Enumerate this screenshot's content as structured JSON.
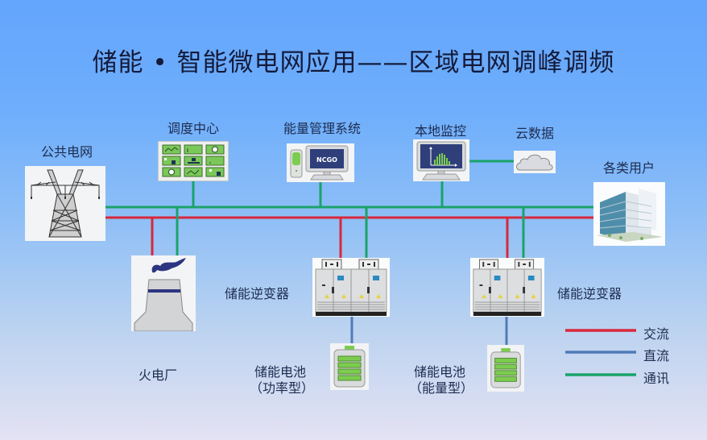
{
  "title": "储能 • 智能微电网应用——区域电网调峰调频",
  "nodes": {
    "public_grid": {
      "label": "公共电网",
      "icon": "transmission-tower-icon"
    },
    "dispatch_center": {
      "label": "调度中心",
      "icon": "dashboard-panel-icon"
    },
    "ems": {
      "label": "能量管理系统",
      "icon": "computer-icon",
      "screen_text": "NCGO"
    },
    "local_monitor": {
      "label": "本地监控",
      "icon": "monitor-chart-icon"
    },
    "cloud_data": {
      "label": "云数据",
      "icon": "cloud-icon"
    },
    "users": {
      "label": "各类用户",
      "icon": "building-icon"
    },
    "thermal_plant": {
      "label": "火电厂",
      "icon": "power-plant-icon"
    },
    "inverter_1": {
      "label": "储能逆变器",
      "icon": "inverter-cabinet-icon"
    },
    "inverter_2": {
      "label": "储能逆变器",
      "icon": "inverter-cabinet-icon"
    },
    "battery_power": {
      "label_line1": "储能电池",
      "label_line2": "（功率型）",
      "icon": "battery-icon"
    },
    "battery_energy": {
      "label_line1": "储能电池",
      "label_line2": "（能量型）",
      "icon": "battery-icon"
    }
  },
  "legend": [
    {
      "label": "交流",
      "color": "#d8283c"
    },
    {
      "label": "直流",
      "color": "#4f7cb8"
    },
    {
      "label": "通讯",
      "color": "#1aa36a"
    }
  ],
  "colors": {
    "ac": "#d8283c",
    "dc": "#4f7cb8",
    "comm": "#1aa36a"
  }
}
